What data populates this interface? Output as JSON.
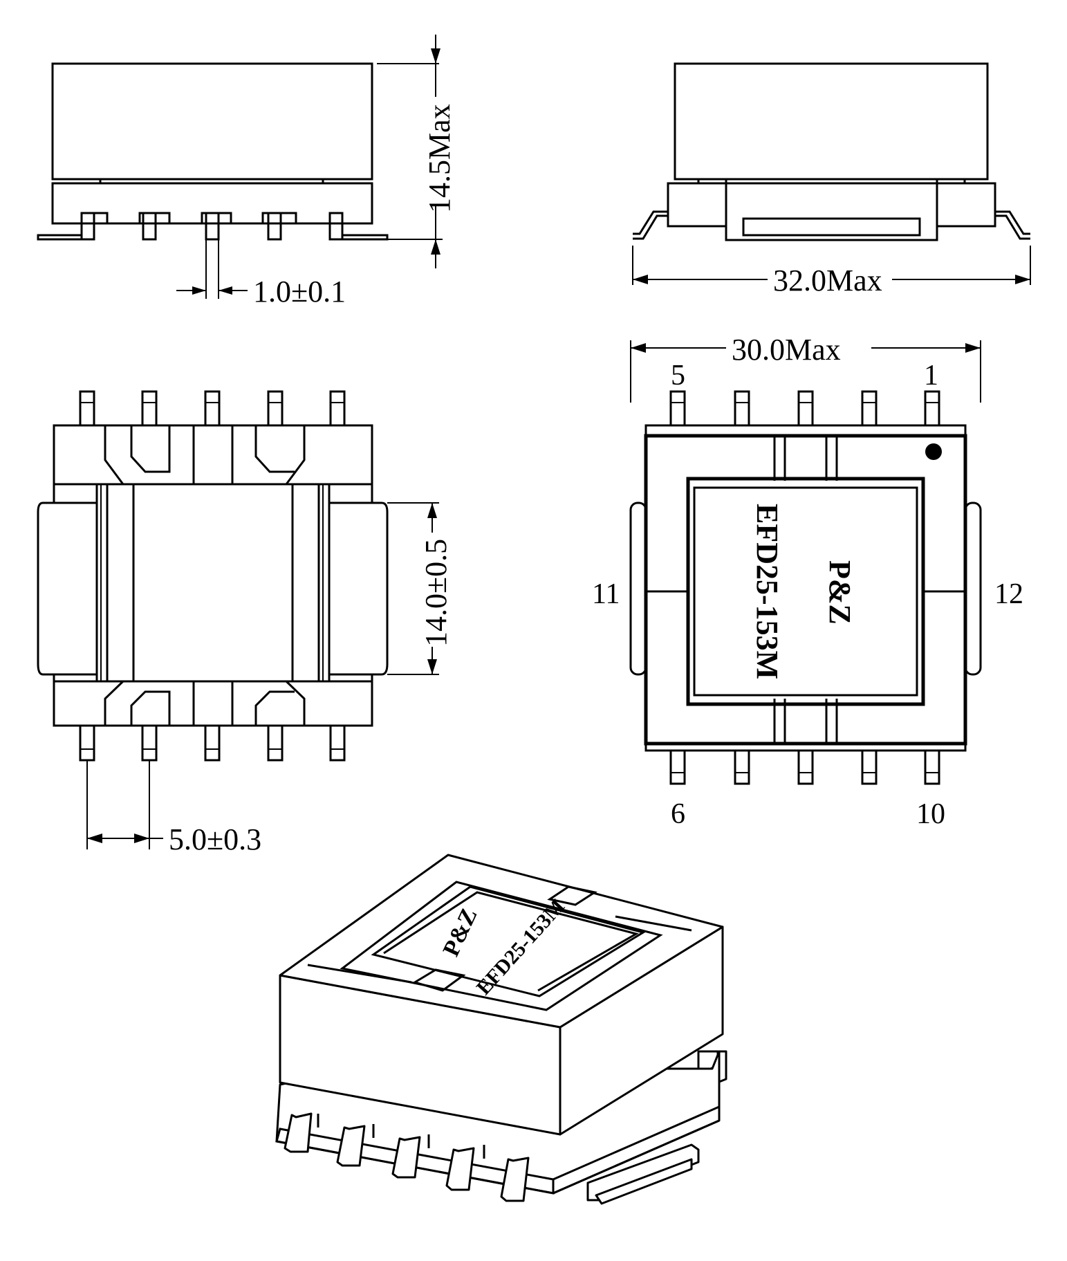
{
  "dimensions": {
    "height_max": "14.5Max",
    "pin_width": "1.0±0.1",
    "width_max": "32.0Max",
    "body_width_max": "30.0Max",
    "core_width": "14.0±0.5",
    "pin_pitch": "5.0±0.3"
  },
  "pins": {
    "top_left": "5",
    "top_right": "1",
    "left": "11",
    "right": "12",
    "bottom_left": "6",
    "bottom_right": "10"
  },
  "marking": {
    "brand": "P&Z",
    "part": "EFD25-153M"
  }
}
